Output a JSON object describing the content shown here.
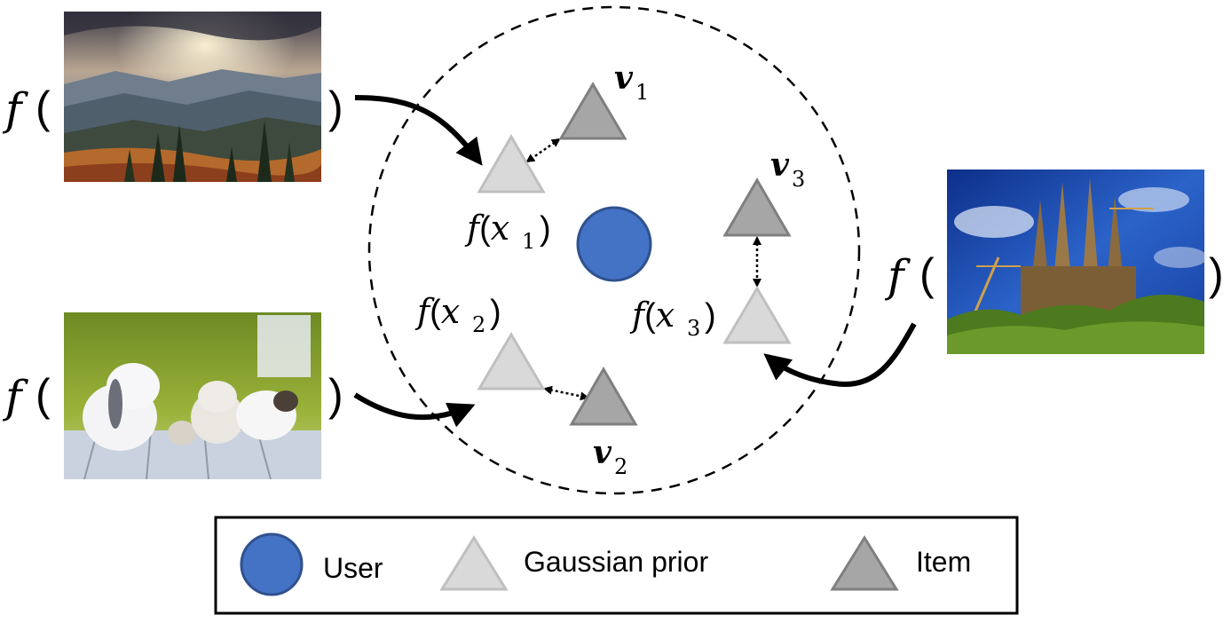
{
  "wrapper": {
    "fn_symbol": "f",
    "open_paren": "(",
    "close_paren": ")"
  },
  "images": [
    {
      "name": "landscape-photo",
      "caption": ""
    },
    {
      "name": "pets-photo",
      "caption": ""
    },
    {
      "name": "cathedral-photo",
      "caption": ""
    }
  ],
  "nodes": {
    "fx1": {
      "fn": "f",
      "var": "x",
      "sub": "1"
    },
    "fx2": {
      "fn": "f",
      "var": "x",
      "sub": "2"
    },
    "fx3": {
      "fn": "f",
      "var": "x",
      "sub": "3"
    },
    "v1": {
      "base": "v",
      "sub": "1"
    },
    "v2": {
      "base": "v",
      "sub": "2"
    },
    "v3": {
      "base": "v",
      "sub": "3"
    }
  },
  "legend": {
    "user": "User",
    "gaussian_prior": "Gaussian prior",
    "item": "Item"
  },
  "colors": {
    "user": "#4472c4",
    "user_stroke": "#2f528f",
    "prior_fill": "#d9d9d9",
    "prior_stroke": "#bfbfbf",
    "item_fill": "#a6a6a6",
    "item_stroke": "#7f7f7f"
  }
}
